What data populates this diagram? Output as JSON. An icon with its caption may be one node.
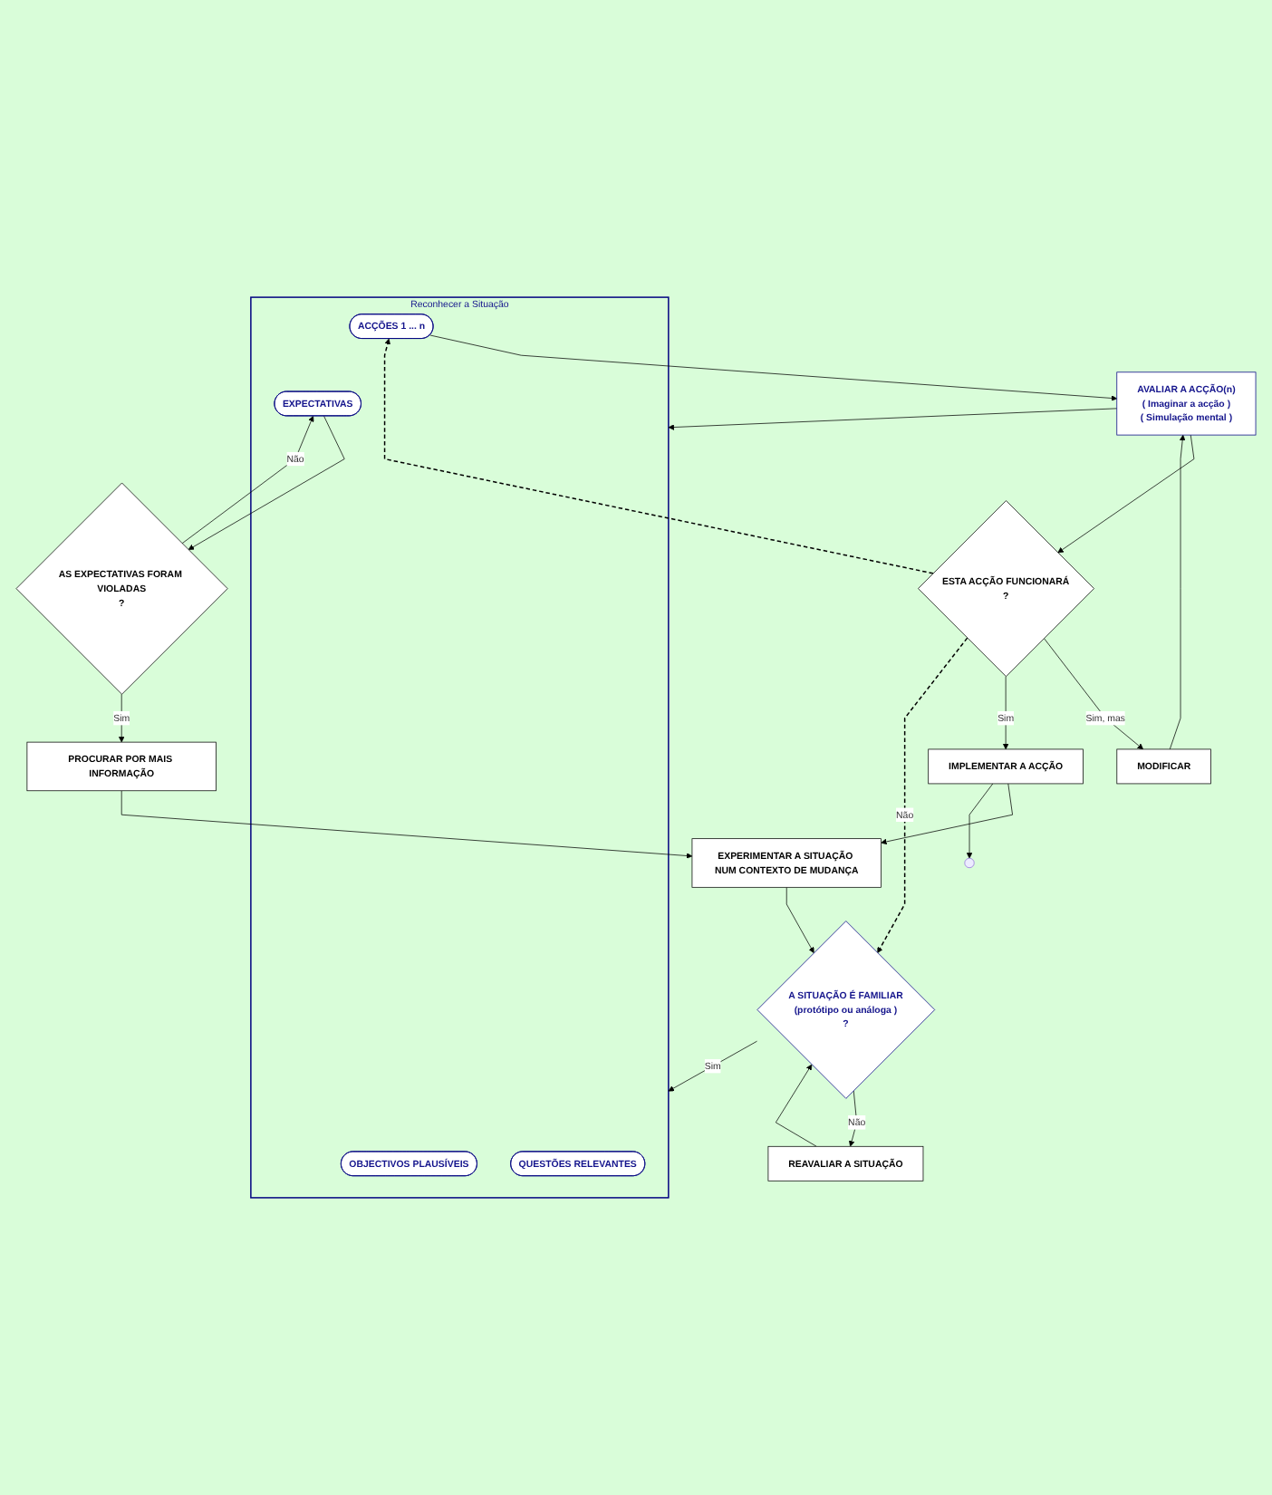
{
  "diagram": {
    "nodes": [
      {
        "text": [
          "EXPERIMENTAR A SITUAÇÃO NUM CONTEXTO DE MUDANÇA"
        ]
      },
      {
        "text": [
          "A SITUAÇÃO É FAMILIAR",
          "(protótipo ou análoga )",
          "?"
        ]
      },
      {
        "text": [
          "REAVALIAR A SITUAÇÃO"
        ]
      },
      {
        "text": [
          "PROCURAR POR MAIS INFORMAÇÃO"
        ]
      },
      {
        "text": [
          "Reconhecer a Situação"
        ]
      },
      {
        "text": [
          "OBJECTIVOS PLAUSÍVEIS"
        ],
        "in": 4
      },
      {
        "text": [
          "QUESTÕES RELEVANTES"
        ],
        "in": 4
      },
      {
        "text": [
          "EXPECTATIVAS"
        ],
        "in": 4
      },
      {
        "text": [
          "ACÇÕES 1 ... n"
        ],
        "in": 4
      },
      {
        "text": [
          "AS EXPECTATIVAS FORAM VIOLADAS",
          "?"
        ]
      },
      {
        "text": [
          "AVALIAR A ACÇÃO(n)",
          "( Imaginar a acção )",
          "( Simulação mental )"
        ]
      },
      {
        "text": [
          "ESTA ACÇÃO FUNCIONARÁ",
          "?"
        ]
      },
      {
        "text": [
          "MODIFICAR"
        ]
      },
      {
        "text": [
          "IMPLEMENTAR A ACÇÃO"
        ]
      }
    ],
    "edges": [
      {
        "from": 0,
        "to": 1,
        "arrow": "to"
      },
      {
        "from": 1,
        "to": 2,
        "arrow": "to",
        "label": "Não"
      },
      {
        "from": 2,
        "to": 1,
        "arrow": "to"
      },
      {
        "from": 3,
        "to": 0,
        "arrow": "to"
      },
      {
        "from": 1,
        "to": 4,
        "arrow": "to",
        "label": "Sim"
      },
      {
        "from": 9,
        "to": 3,
        "arrow": "to",
        "label": "Sim"
      },
      {
        "from": 9,
        "to": 7,
        "arrow": "to",
        "label": "Não"
      },
      {
        "from": 7,
        "to": 9,
        "arrow": "to"
      },
      {
        "from": 8,
        "to": 10,
        "arrow": "to"
      },
      {
        "from": 10,
        "to": 4,
        "arrow": "to"
      },
      {
        "from": 10,
        "to": 11,
        "arrow": "to"
      },
      {
        "from": 11,
        "to": 12,
        "arrow": "to",
        "label": "Sim, mas"
      },
      {
        "from": 12,
        "to": 10,
        "arrow": "to"
      },
      {
        "from": 11,
        "to": 13,
        "arrow": "to",
        "label": "Sim"
      },
      {
        "from": 13,
        "to": 0,
        "arrow": "to"
      },
      {
        "from": 11,
        "to": 1,
        "arrow": "to",
        "label": "Não",
        "style": "dashed"
      },
      {
        "from": 11,
        "to": 8,
        "arrow": "to",
        "style": "dashed"
      },
      {
        "from": 13,
        "to": null,
        "arrow": "to"
      }
    ]
  }
}
